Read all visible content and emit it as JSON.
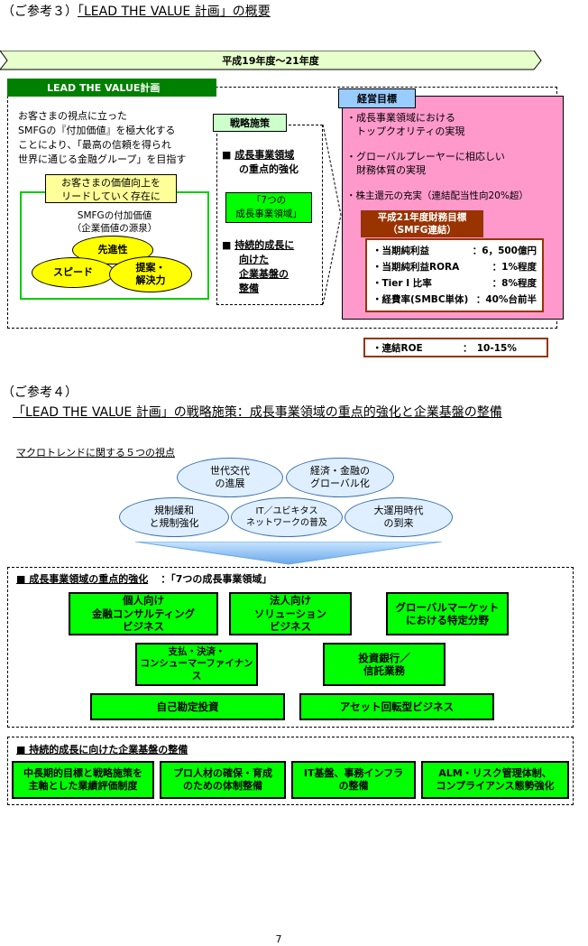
{
  "ref3": {
    "heading_prefix": "（ご参考３）",
    "heading_title": "「LEAD THE VALUE 計画」の概要",
    "period": "平成19年度〜21年度",
    "plan_label": "LEAD THE VALUE計画",
    "mission": [
      "お客さまの視点に立った",
      "SMFGの『付加価値』を極大化する",
      "ことにより、「最高の信頼を得られ",
      "世界に通じる金融グループ」を目指す"
    ],
    "presence": [
      "お客さまの価値向上を",
      "リードしていく存在に"
    ],
    "added_value_title": [
      "SMFGの付加価値",
      "（企業価値の源泉）"
    ],
    "values": {
      "top": "先進性",
      "left": "スピード",
      "right": [
        "提案・",
        "解決力"
      ]
    },
    "strategy_label": "戦略施策",
    "strategy1": [
      "成長事業領域",
      "の重点的強化"
    ],
    "seven_areas": [
      "「7つの",
      "成長事業領域」"
    ],
    "strategy2": [
      "持続的成長に",
      "向けた",
      "企業基盤の",
      "整備"
    ],
    "goal_label": "経営目標",
    "goals": [
      [
        "・成長事業領域における",
        "　トップクオリティの実現"
      ],
      [
        "・グローバルプレーヤーに相応しい",
        "　財務体質の実現"
      ],
      [
        "・株主還元の充実（連結配当性向20%超）"
      ]
    ],
    "fin_title": [
      "平成21年度財務目標",
      "（SMFG連結）"
    ],
    "fin_rows": [
      {
        "label": "・当期純利益",
        "value": "：6，500億円"
      },
      {
        "label": "・当期純利益RORA",
        "value": "：1%程度"
      },
      {
        "label": "・Tier Ⅰ 比率",
        "value": "：8%程度"
      },
      {
        "label": "・経費率(SMBC単体)",
        "value": "：40%台前半"
      }
    ],
    "roe": {
      "label": "・連結ROE",
      "value": "：　10-15%"
    }
  },
  "ref4": {
    "heading_prefix": "（ご参考４）",
    "heading_title": "「LEAD THE VALUE 計画」の戦略施策：成長事業領域の重点的強化と企業基盤の整備",
    "macro_label": "マクロトレンドに関する５つの視点",
    "ovals": {
      "o1": [
        "世代交代",
        "の進展"
      ],
      "o2": [
        "経済・金融の",
        "グローバル化"
      ],
      "o3": [
        "規制緩和",
        "と規制強化"
      ],
      "o4": [
        "IT／ユビキタス",
        "ネットワークの普及"
      ],
      "o5": [
        "大運用時代",
        "の到来"
      ]
    },
    "growth_header": "■ 成長事業領域の重点的強化",
    "growth_sub": "：「7つの成長事業領域」",
    "areas": {
      "a1": [
        "個人向け",
        "金融コンサルティング",
        "ビジネス"
      ],
      "a2": [
        "法人向け",
        "ソリューション",
        "ビジネス"
      ],
      "a3": [
        "グローバルマーケット",
        "における特定分野"
      ],
      "a4": [
        "支払・決済・",
        "コンシューマーファイナンス"
      ],
      "a5": [
        "投資銀行／",
        "信託業務"
      ],
      "a6": [
        "自己勘定投資"
      ],
      "a7": [
        "アセット回転型ビジネス"
      ]
    },
    "base_header": "■ 持続的成長に向けた企業基盤の整備",
    "bases": {
      "b1": [
        "中長期的目標と戦略施策を",
        "主軸とした業績評価制度"
      ],
      "b2": [
        "プロ人材の確保・育成",
        "のための体制整備"
      ],
      "b3": [
        "IT基盤、事務インフラ",
        "の整備"
      ],
      "b4": [
        "ALM・リスク管理体制、",
        "コンプライアンス態勢強化"
      ]
    }
  },
  "page_number": "7",
  "colors": {
    "green": "#00ff00",
    "dark_green": "#008000",
    "pink": "#ff99cc",
    "maroon": "#993300",
    "yellow": "#ffff00",
    "light_yellow": "#ffff99",
    "light_blue": "#dfefff"
  }
}
